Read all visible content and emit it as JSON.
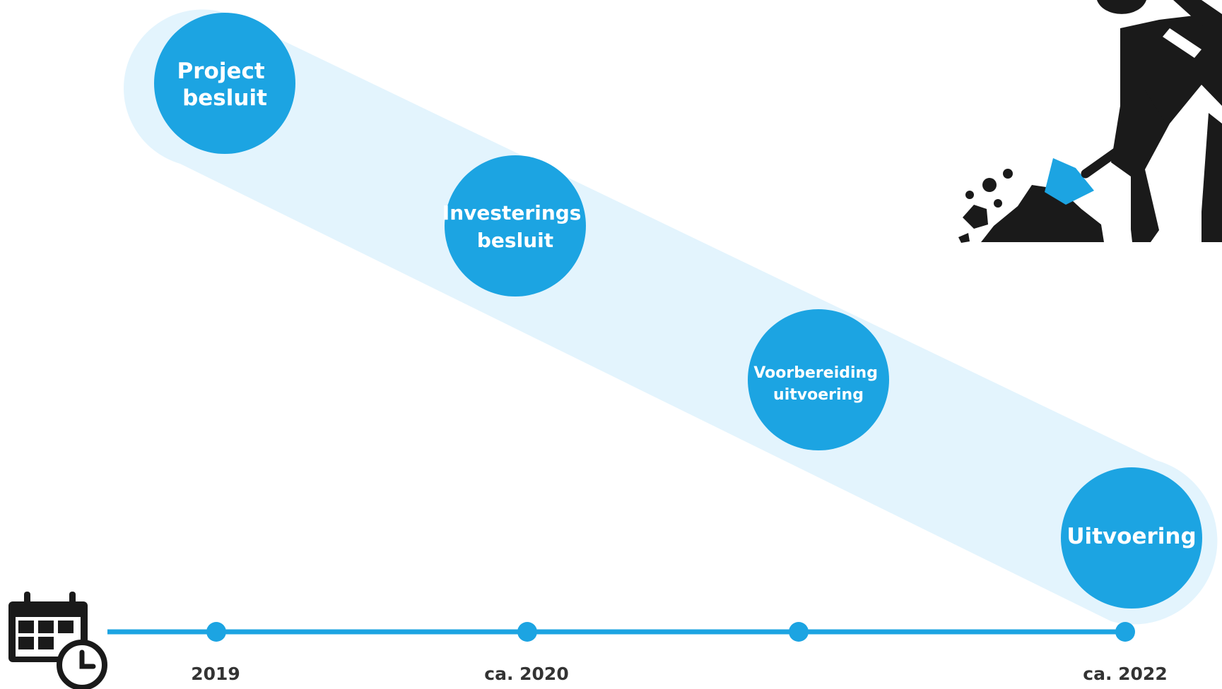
{
  "colors": {
    "accent": "#1ca4e2",
    "band": "#e3f4fd",
    "icon": "#1a1a1a",
    "text": "#333333"
  },
  "milestones": [
    {
      "lines": [
        "Project",
        "besluit"
      ]
    },
    {
      "lines": [
        "Investerings",
        "besluit"
      ]
    },
    {
      "lines": [
        "Voorbereiding",
        "uitvoering"
      ]
    },
    {
      "lines": [
        "Uitvoering"
      ]
    }
  ],
  "timeline": {
    "labels": [
      "2019",
      "ca. 2020",
      "",
      "ca. 2022"
    ]
  },
  "icons": {
    "calendar": "calendar-clock-icon",
    "worker": "worker-digging-icon"
  }
}
